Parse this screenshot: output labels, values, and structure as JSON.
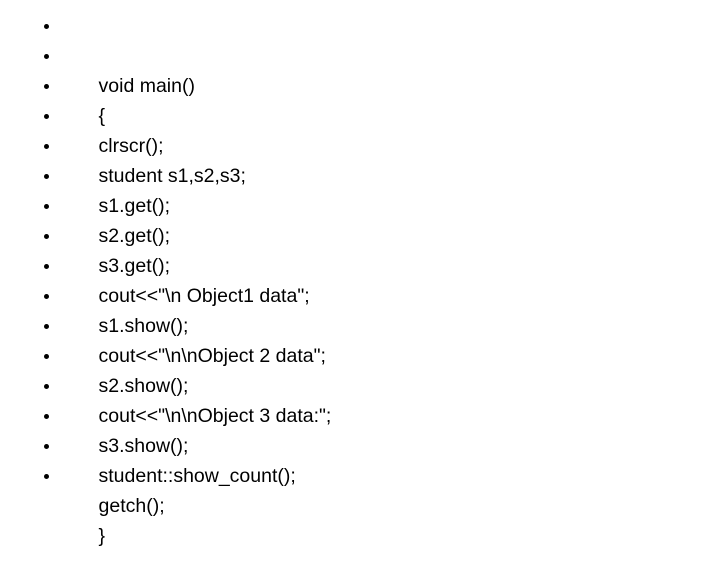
{
  "slide": {
    "background_color": "#FFFFFF",
    "text_color": "#000000",
    "bullet_glyph": "bullet-dot",
    "lines": [
      {
        "text": "void main()"
      },
      {
        "text": "{"
      },
      {
        "text": "clrscr();"
      },
      {
        "text": "student s1,s2,s3;"
      },
      {
        "text": "s1.get();"
      },
      {
        "text": "s2.get();"
      },
      {
        "text": "s3.get();"
      },
      {
        "text": "cout<<\"\\n Object1 data\";"
      },
      {
        "text": "s1.show();"
      },
      {
        "text": "cout<<\"\\n\\nObject 2 data\";"
      },
      {
        "text": "s2.show();"
      },
      {
        "text": "cout<<\"\\n\\nObject 3 data:\";"
      },
      {
        "text": "s3.show();"
      },
      {
        "text": "student::show_count();"
      },
      {
        "text": "getch();"
      },
      {
        "text": "}"
      }
    ]
  }
}
